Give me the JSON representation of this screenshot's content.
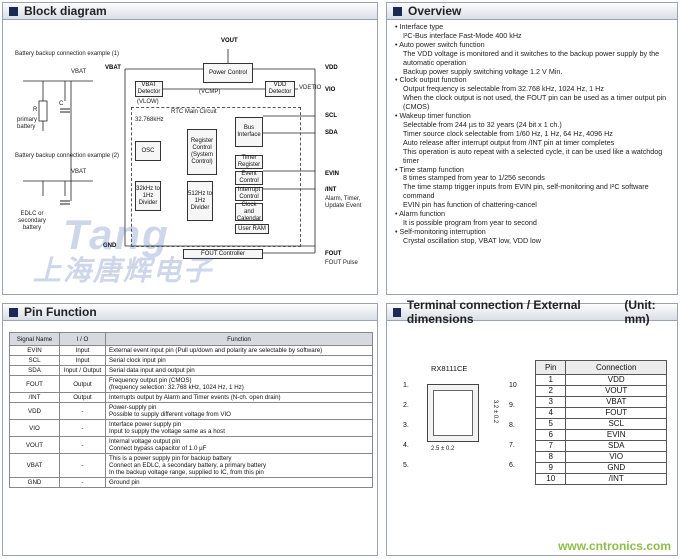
{
  "block": {
    "title": "Block diagram",
    "backup_ex1": "Battery backup connection example (1)",
    "backup_ex2": "Battery backup connection example (2)",
    "primary_battery": "primary battery",
    "edlc": "EDLC or secondary battery",
    "vout": "VOUT",
    "vbat": "VBAT",
    "vdd": "VDD",
    "vio": "VIO",
    "gnd": "GND",
    "power_control": "Power Control",
    "vbat_detector": "VBAT Detector",
    "vlow": "(VLOW)",
    "vcmp": "(VCMP)",
    "vdd_detector": "VDD Detector",
    "vdetio": "VDETIO",
    "rtc_main": "RTC Main Circuit",
    "osc_freq": "32.768kHz",
    "osc": "OSC",
    "div32": "32kHz to 1Hz Divider",
    "reg_control": "Register Control (System Control)",
    "bus_interface": "Bus Interface",
    "timer_register": "Timer Register",
    "event_control": "Event Control",
    "interrupt_control": "Interrupt Control",
    "clock_calendar": "Clock and Calendar",
    "div512": "512Hz to 1Hz Divider",
    "user_ram": "User RAM",
    "fout_controller": "FOUT Controller",
    "scl": "SCL",
    "sda": "SDA",
    "evin": "EVIN",
    "int": "/INT",
    "int_note": "Alarm, Timer, Update Event",
    "fout": "FOUT",
    "fout_note": "FOUT Pulse",
    "r": "R",
    "c": "C"
  },
  "overview": {
    "title": "Overview",
    "items": [
      {
        "head": "Interface type",
        "sub": [
          "I²C-Bus interface Fast-Mode 400 kHz"
        ]
      },
      {
        "head": "Auto power switch function",
        "sub": [
          "The VDD voltage is monitored and it switches to the backup power supply by the automatic operation",
          "Backup power supply switching voltage 1.2 V Min."
        ]
      },
      {
        "head": "Clock output function",
        "sub": [
          "Output frequency is selectable from 32.768 kHz, 1024 Hz, 1 Hz",
          "When the clock output is not used, the FOUT pin can be used as a timer output pin (CMOS)"
        ]
      },
      {
        "head": "Wakeup timer function",
        "sub": [
          "Selectable from 244 µs to 32 years (24 bit x 1 ch.)",
          "Timer source clock selectable from 1/60 Hz, 1 Hz, 64 Hz, 4096 Hz",
          "Auto release after interrupt output from /INT pin at timer completes",
          "This operation is auto repeat with a selected cycle, it can be used like a watchdog timer"
        ]
      },
      {
        "head": "Time stamp function",
        "sub": [
          "8 times stamped from year to 1/256 seconds",
          "The time stamp trigger inputs from EVIN pin, self-monitoring and I²C software command",
          "EVIN pin has function of chattering-cancel"
        ]
      },
      {
        "head": "Alarm function",
        "sub": [
          "It is possible program from year to second"
        ]
      },
      {
        "head": "Self-monitoring interruption",
        "sub": [
          "Crystal oscillation stop, VBAT low, VDD low"
        ]
      }
    ]
  },
  "pin_function": {
    "title": "Pin Function",
    "headers": [
      "Signal Name",
      "I / O",
      "Function"
    ],
    "rows": [
      [
        "EVIN",
        "Input",
        "External event input pin (Pull up/down and polarity are selectable by software)"
      ],
      [
        "SCL",
        "Input",
        "Serial clock input pin"
      ],
      [
        "SDA",
        "Input / Output",
        "Serial data input and output pin"
      ],
      [
        "FOUT",
        "Output",
        "Frequency output pin (CMOS)\n(frequency selection: 32.768 kHz, 1024 Hz, 1 Hz)"
      ],
      [
        "/INT",
        "Output",
        "Interrupts output by Alarm and Timer events (N-ch. open drain)"
      ],
      [
        "VDD",
        "-",
        "Power-supply pin\nPossible to supply different voltage from VIO"
      ],
      [
        "VIO",
        "-",
        "Interface power supply pin\nInput to supply the voltage same as a host"
      ],
      [
        "VOUT",
        "-",
        "Internal voltage output pin\nConnect bypass capacitor of 1.0 µF"
      ],
      [
        "VBAT",
        "-",
        "This is a power supply pin for backup battery\nConnect an EDLC, a secondary battery, a primary battery\nIn the backup voltage range, supplied to IC, from this pin"
      ],
      [
        "GND",
        "-",
        "Ground pin"
      ]
    ]
  },
  "terminal": {
    "title": "Terminal connection / External dimensions",
    "unit": "(Unit: mm)",
    "part": "RX8111CE",
    "dim_w": "2.5 ± 0.2",
    "dim_h": "3.2 ± 0.2",
    "headers": [
      "Pin",
      "Connection"
    ],
    "rows": [
      [
        "1",
        "VDD"
      ],
      [
        "2",
        "VOUT"
      ],
      [
        "3",
        "VBAT"
      ],
      [
        "4",
        "FOUT"
      ],
      [
        "5",
        "SCL"
      ],
      [
        "6",
        "EVIN"
      ],
      [
        "7",
        "SDA"
      ],
      [
        "8",
        "VIO"
      ],
      [
        "9",
        "GND"
      ],
      [
        "10",
        "/INT"
      ]
    ],
    "left_pins": [
      "1.",
      "2.",
      "3.",
      "4.",
      "5."
    ],
    "right_pins": [
      "10",
      "9.",
      "8.",
      "7.",
      "6."
    ]
  },
  "watermark": {
    "logo": "Tang",
    "cn": "上海唐辉电子",
    "site": "www.cntronics.com"
  }
}
